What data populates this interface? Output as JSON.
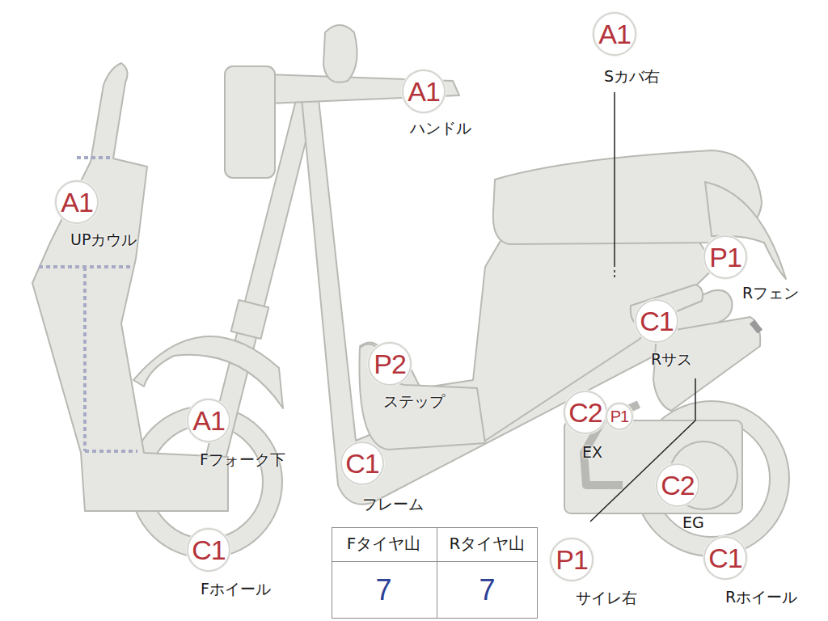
{
  "diagram": {
    "nodes": [
      {
        "text": [
          "A1",
          "Sカバ右"
        ]
      },
      {
        "text": [
          "A1",
          "ハンドル"
        ]
      },
      {
        "text": [
          "A1",
          "UPカウル"
        ]
      },
      {
        "text": [
          "P1",
          "Rフェン"
        ]
      },
      {
        "text": [
          "C1",
          "Rサス"
        ]
      },
      {
        "text": [
          "P2",
          "ステップ"
        ]
      },
      {
        "text": [
          "C2",
          "EX"
        ]
      },
      {
        "text": [
          "P1"
        ]
      },
      {
        "text": [
          "A1",
          "Fフォーク下"
        ]
      },
      {
        "text": [
          "C1",
          "フレーム"
        ]
      },
      {
        "text": [
          "C2",
          "EG"
        ]
      },
      {
        "text": [
          "C1",
          "Fホイール"
        ]
      },
      {
        "text": [
          "P1",
          "サイレ右"
        ]
      },
      {
        "text": [
          "C1",
          "Rホイール"
        ]
      }
    ],
    "labels": [
      "Fタイヤ山",
      "Rタイヤ山",
      "7",
      "7"
    ]
  }
}
